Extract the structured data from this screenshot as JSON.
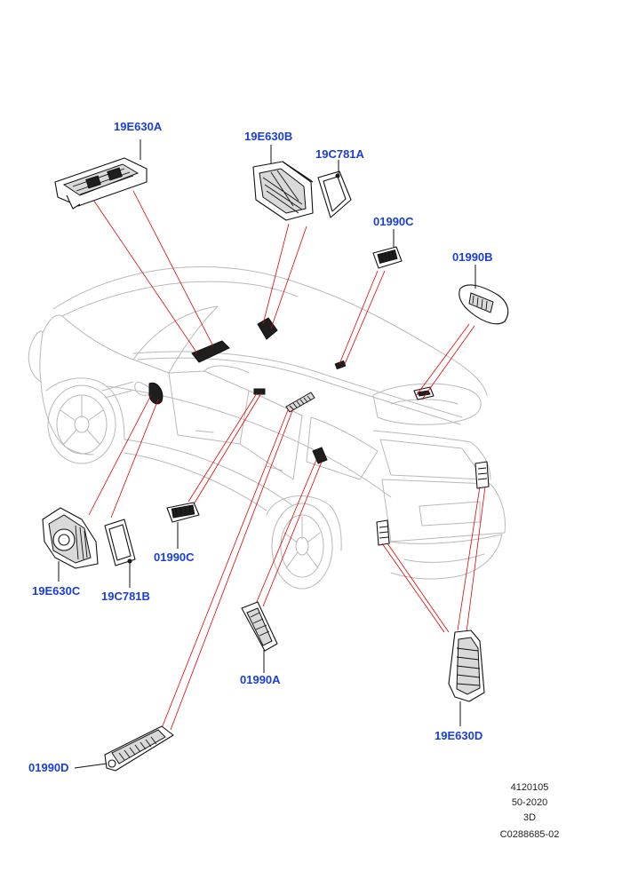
{
  "parts": {
    "p19e630a": "19E630A",
    "p19e630b": "19E630B",
    "p19c781a": "19C781A",
    "p01990c_top": "01990C",
    "p01990b": "01990B",
    "p19e630c": "19E630C",
    "p19c781b": "19C781B",
    "p01990c_left": "01990C",
    "p01990a": "01990A",
    "p19e630d": "19E630D",
    "p01990d": "01990D"
  },
  "reference": {
    "line1": "4120105",
    "line2": "50-2020",
    "line3": "3D",
    "line4": "C0288685-02"
  },
  "colors": {
    "label": "#1a3fd6",
    "callout_line": "#e00000",
    "vehicle_outline": "#b9b9b9"
  }
}
